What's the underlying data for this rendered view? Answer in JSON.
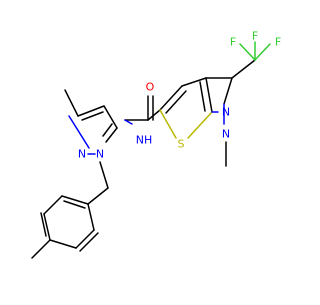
{
  "molecule": {
    "colors": {
      "bond": "#000000",
      "nitrogen": "#0000ff",
      "oxygen": "#ff0000",
      "sulfur": "#b8b800",
      "fluorine": "#33cc33",
      "background": "#ffffff"
    },
    "labels": {
      "F1": "F",
      "F2": "F",
      "F3": "F",
      "O": "O",
      "NH": "NH",
      "S": "S",
      "N_pz2_top": "N",
      "N_pz2_bottom": "N",
      "N_pz1_left": "N",
      "N_pz1_right": "N"
    }
  }
}
